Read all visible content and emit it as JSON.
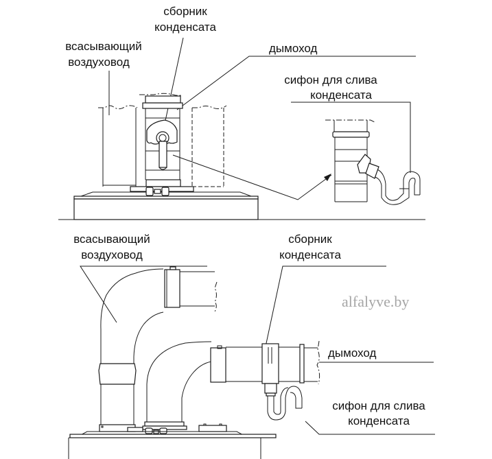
{
  "diagram": {
    "title": "Condensate drainage installation for boiler flue system",
    "top_view": {
      "labels": {
        "condensate_collector": [
          "сборник",
          "конденсата"
        ],
        "intake_air_duct": [
          "всасывающий",
          "воздуховод"
        ],
        "flue": [
          "дымоход"
        ],
        "condensate_siphon": [
          "сифон для слива",
          "конденсата"
        ]
      }
    },
    "bottom_view": {
      "labels": {
        "intake_air_duct": [
          "всасывающий",
          "воздуховод"
        ],
        "condensate_collector": [
          "сборник",
          "конденсата"
        ],
        "flue": [
          "дымоход"
        ],
        "condensate_siphon": [
          "сифон для слива",
          "конденсата"
        ]
      }
    },
    "watermark": "alfalyve.by",
    "colors": {
      "line": "#1a1a1a",
      "text": "#111111",
      "watermark": "#a6a6a6",
      "background": "#ffffff"
    }
  }
}
